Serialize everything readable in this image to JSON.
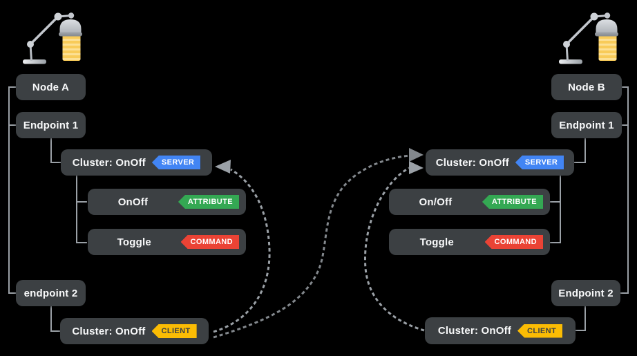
{
  "diagram_name": "cluster-interaction-between-two-nodes",
  "colors": {
    "background": "#000000",
    "box_bg": "#3c4043",
    "box_text": "#f8f9fa",
    "connector_gray": "#9aa0a6",
    "arrow_mid_gray": "#83888d"
  },
  "badges": {
    "server": {
      "label": "SERVER",
      "bg": "#4285f4",
      "fg": "#ffffff"
    },
    "attribute": {
      "label": "ATTRIBUTE",
      "bg": "#34a853",
      "fg": "#ffffff"
    },
    "command": {
      "label": "COMMAND",
      "bg": "#ea4335",
      "fg": "#ffffff"
    },
    "client": {
      "label": "CLIENT",
      "bg": "#fbbc04",
      "fg": "#3c4043"
    }
  },
  "node_a": {
    "node_label": "Node A",
    "endpoint1_label": "Endpoint 1",
    "cluster_server_label": "Cluster: OnOff",
    "attribute_label": "OnOff",
    "command_label": "Toggle",
    "endpoint2_label": "endpoint 2",
    "cluster_client_label": "Cluster: OnOff"
  },
  "node_b": {
    "node_label": "Node B",
    "endpoint1_label": "Endpoint 1",
    "cluster_server_label": "Cluster: OnOff",
    "attribute_label": "On/Off",
    "command_label": "Toggle",
    "endpoint2_label": "Endpoint 2",
    "cluster_client_label": "Cluster: OnOff"
  },
  "icons": {
    "node_a_icon": "desk-lamp-icon",
    "node_b_icon": "desk-lamp-icon"
  },
  "arrows": [
    {
      "from": "node-a-client",
      "to": "node-a-server",
      "style": "dashed-gray"
    },
    {
      "from": "node-a-client",
      "to": "node-b-server",
      "style": "dashed-gray"
    },
    {
      "from": "node-b-client",
      "to": "node-b-server",
      "style": "dashed-gray"
    }
  ]
}
